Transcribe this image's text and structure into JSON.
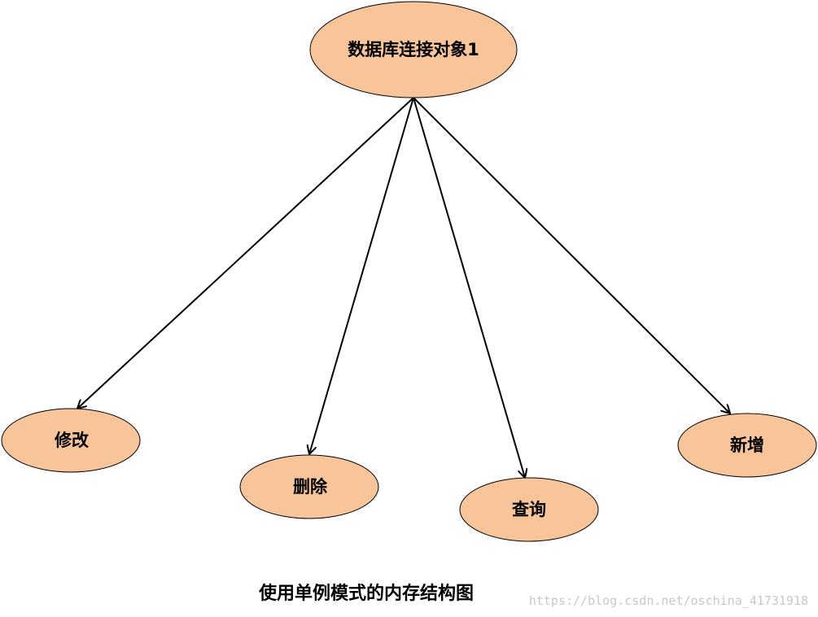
{
  "diagram": {
    "root": {
      "id": "db",
      "label": "数据库连接对象1"
    },
    "children": [
      {
        "id": "modify",
        "label": "修改"
      },
      {
        "id": "delete",
        "label": "删除"
      },
      {
        "id": "query",
        "label": "查询"
      },
      {
        "id": "add",
        "label": "新增"
      }
    ],
    "edges": [
      {
        "from": "db",
        "to": "modify"
      },
      {
        "from": "db",
        "to": "delete"
      },
      {
        "from": "db",
        "to": "query"
      },
      {
        "from": "db",
        "to": "add"
      }
    ],
    "caption": "使用单例模式的内存结构图",
    "watermark": "https://blog.csdn.net/oschina_41731918"
  },
  "colors": {
    "node_fill": "#f8c49a",
    "stroke": "#000000",
    "watermark": "#c8c8c8"
  }
}
